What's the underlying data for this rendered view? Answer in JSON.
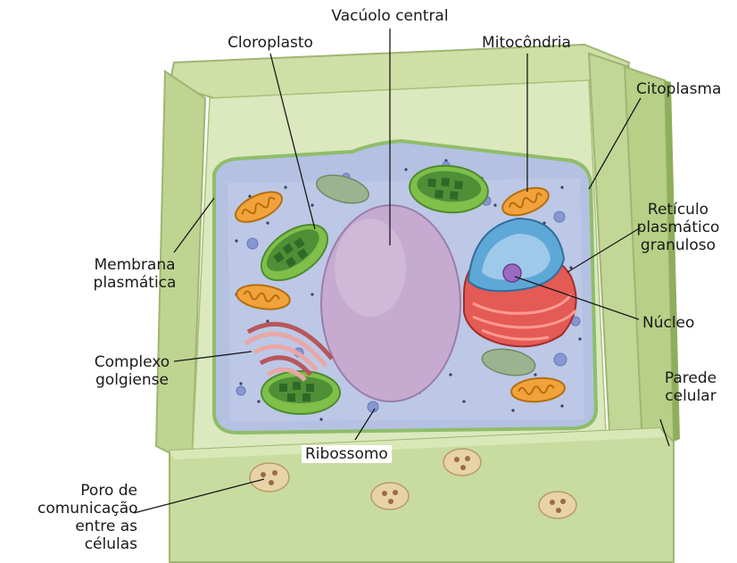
{
  "labels": {
    "vacuolo": "Vacúolo central",
    "cloroplasto": "Cloroplasto",
    "mitocondria": "Mitocôndria",
    "citoplasma": "Citoplasma",
    "reticulo_1": "Retículo",
    "reticulo_2": "plasmático",
    "reticulo_3": "granuloso",
    "membrana_1": "Membrana",
    "membrana_2": "plasmática",
    "nucleo": "Núcleo",
    "complexo_1": "Complexo",
    "complexo_2": "golgiense",
    "parede_1": "Parede",
    "parede_2": "celular",
    "ribossomo": "Ribossomo",
    "poro_1": "Poro de",
    "poro_2": "comunicação",
    "poro_3": "entre as",
    "poro_4": "células"
  },
  "colors": {
    "wall": "#c9dc9f",
    "wall_dark": "#a9c27a",
    "wall_inner": "#e4edc8",
    "cytoplasm": "#b3bfdf",
    "vacuole": "#c7a9cf",
    "mitochondria": "#f2a23a",
    "chloroplast": "#7fbf4a",
    "nucleus": "#5ea8d8",
    "reticulum": "#e45a55",
    "golgi": "#d98a8a"
  }
}
